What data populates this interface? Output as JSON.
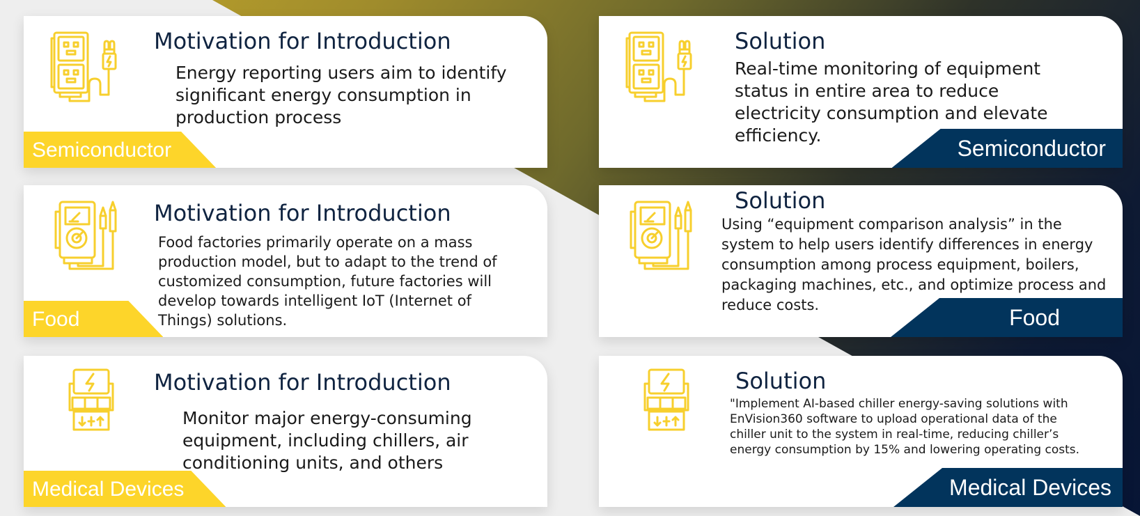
{
  "colors": {
    "accent_yellow": "#fdd52a",
    "navy": "#02345c",
    "title_text": "#0f2340",
    "background": "#eeeeee"
  },
  "motivation": [
    {
      "icon": "power-strip-plug-icon",
      "title": "Motivation for Introduction",
      "text": "Energy reporting users aim to identify significant energy consumption in production process",
      "industry": "Semiconductor"
    },
    {
      "icon": "multimeter-icon",
      "title": "Motivation for Introduction",
      "text": "Food factories primarily operate on a mass production model, but to adapt to the trend of customized consumption, future factories will develop towards intelligent IoT (Internet of Things) solutions.",
      "industry": "Food"
    },
    {
      "icon": "energy-meter-icon",
      "title": "Motivation for Introduction",
      "text": "Monitor major energy-consuming equipment, including chillers, air conditioning units, and others",
      "industry": "Medical Devices"
    }
  ],
  "solution": [
    {
      "icon": "power-strip-plug-icon",
      "title": "Solution",
      "text": "Real-time monitoring of equipment status in entire area to reduce electricity consumption and elevate efficiency.",
      "industry": "Semiconductor"
    },
    {
      "icon": "multimeter-icon",
      "title": "Solution",
      "text": "Using “equipment comparison analysis” in the system to help users identify differences in energy consumption among process equipment, boilers, packaging machines, etc., and optimize process and reduce costs.",
      "industry": "Food"
    },
    {
      "icon": "energy-meter-icon",
      "title": "Solution",
      "text": "\"Implement AI-based chiller energy-saving solutions with EnVision360 software to upload operational data of the chiller unit to the system in real-time, reducing chiller’s energy consumption by 15% and lowering operating costs.",
      "industry": "Medical Devices"
    }
  ]
}
